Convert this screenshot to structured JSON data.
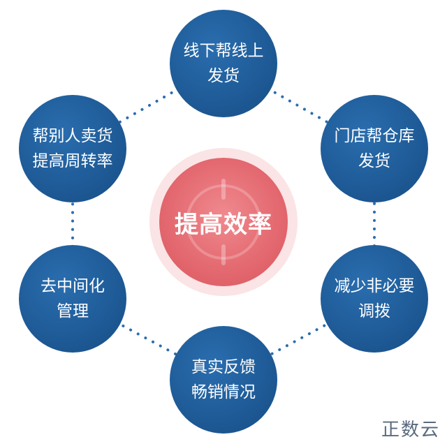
{
  "center": {
    "label": "提高效率"
  },
  "nodes": [
    {
      "lines": [
        "线下帮线上",
        "发货"
      ]
    },
    {
      "lines": [
        "门店帮仓库",
        "发货"
      ]
    },
    {
      "lines": [
        "减少非必要",
        "调拨"
      ]
    },
    {
      "lines": [
        "真实反馈",
        "畅销情况"
      ]
    },
    {
      "lines": [
        "去中间化",
        "管理"
      ]
    },
    {
      "lines": [
        "帮别人卖货",
        "提高周转率"
      ]
    }
  ],
  "watermark": "正数云",
  "colors": {
    "node": "#1e5a96",
    "center": "#e46a71",
    "connector": "#2a6dae"
  }
}
